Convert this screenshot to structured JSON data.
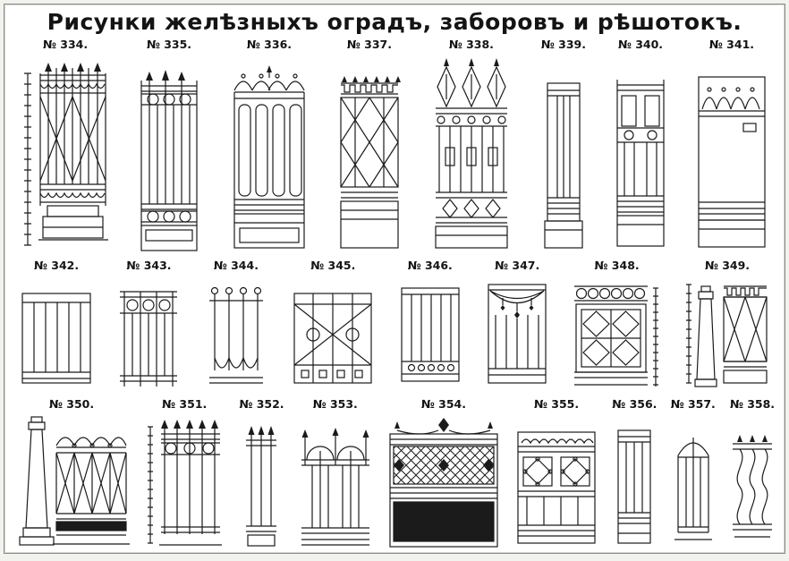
{
  "page": {
    "title": "Рисунки желѣзныхъ оградъ, заборовъ и рѣшотокъ.",
    "ink": "#1b1b1b",
    "paper": "#ffffff"
  },
  "rows": [
    {
      "items": [
        {
          "label": "№ 334.",
          "alt": "spear-topped lattice fence panel with pedestal and measuring scale"
        },
        {
          "label": "№ 335.",
          "alt": "fence panel with circle bands top and bottom"
        },
        {
          "label": "№ 336.",
          "alt": "panel with scroll cresting and tall oval loops"
        },
        {
          "label": "№ 337.",
          "alt": "panel with greek-key band and diamond lattice"
        },
        {
          "label": "№ 338.",
          "alt": "ornate panel with lozenge finials and plaques"
        },
        {
          "label": "№ 339.",
          "alt": "narrow plain bar panel"
        },
        {
          "label": "№ 340.",
          "alt": "narrow panel with plaques and circles"
        },
        {
          "label": "№ 341.",
          "alt": "panel with arched frieze and plain field"
        }
      ]
    },
    {
      "items": [
        {
          "label": "№ 342.",
          "alt": "plain vertical bar grille"
        },
        {
          "label": "№ 343.",
          "alt": "bar grille with circle band"
        },
        {
          "label": "№ 344.",
          "alt": "bar grille with scroll tops and bottom loops"
        },
        {
          "label": "№ 345.",
          "alt": "grille with circles and long diagonals"
        },
        {
          "label": "№ 346.",
          "alt": "bar grille with bead band"
        },
        {
          "label": "№ 347.",
          "alt": "grille with drapery swag and tassels"
        },
        {
          "label": "№ 348.",
          "alt": "panel with circle chain and diamond coffers, scale at right"
        },
        {
          "label": "№ 349.",
          "alt": "tapered post with greek-key and lattice panel, scale at left"
        }
      ]
    },
    {
      "items": [
        {
          "label": "№ 350.",
          "alt": "obelisk post and lattice fence with dark base band"
        },
        {
          "label": "№ 351.",
          "alt": "spear-top grille with circle band and scale"
        },
        {
          "label": "№ 352.",
          "alt": "narrow spear-top grille"
        },
        {
          "label": "№ 353.",
          "alt": "grille with twin arches"
        },
        {
          "label": "№ 354.",
          "alt": "wide gate with crosshatch band and solid dark panel"
        },
        {
          "label": "№ 355.",
          "alt": "panel with scroll band and diamond coffers"
        },
        {
          "label": "№ 356.",
          "alt": "narrow bar panel"
        },
        {
          "label": "№ 357.",
          "alt": "narrow arched bar panel"
        },
        {
          "label": "№ 358.",
          "alt": "small panel of S-scroll balusters"
        }
      ]
    }
  ]
}
